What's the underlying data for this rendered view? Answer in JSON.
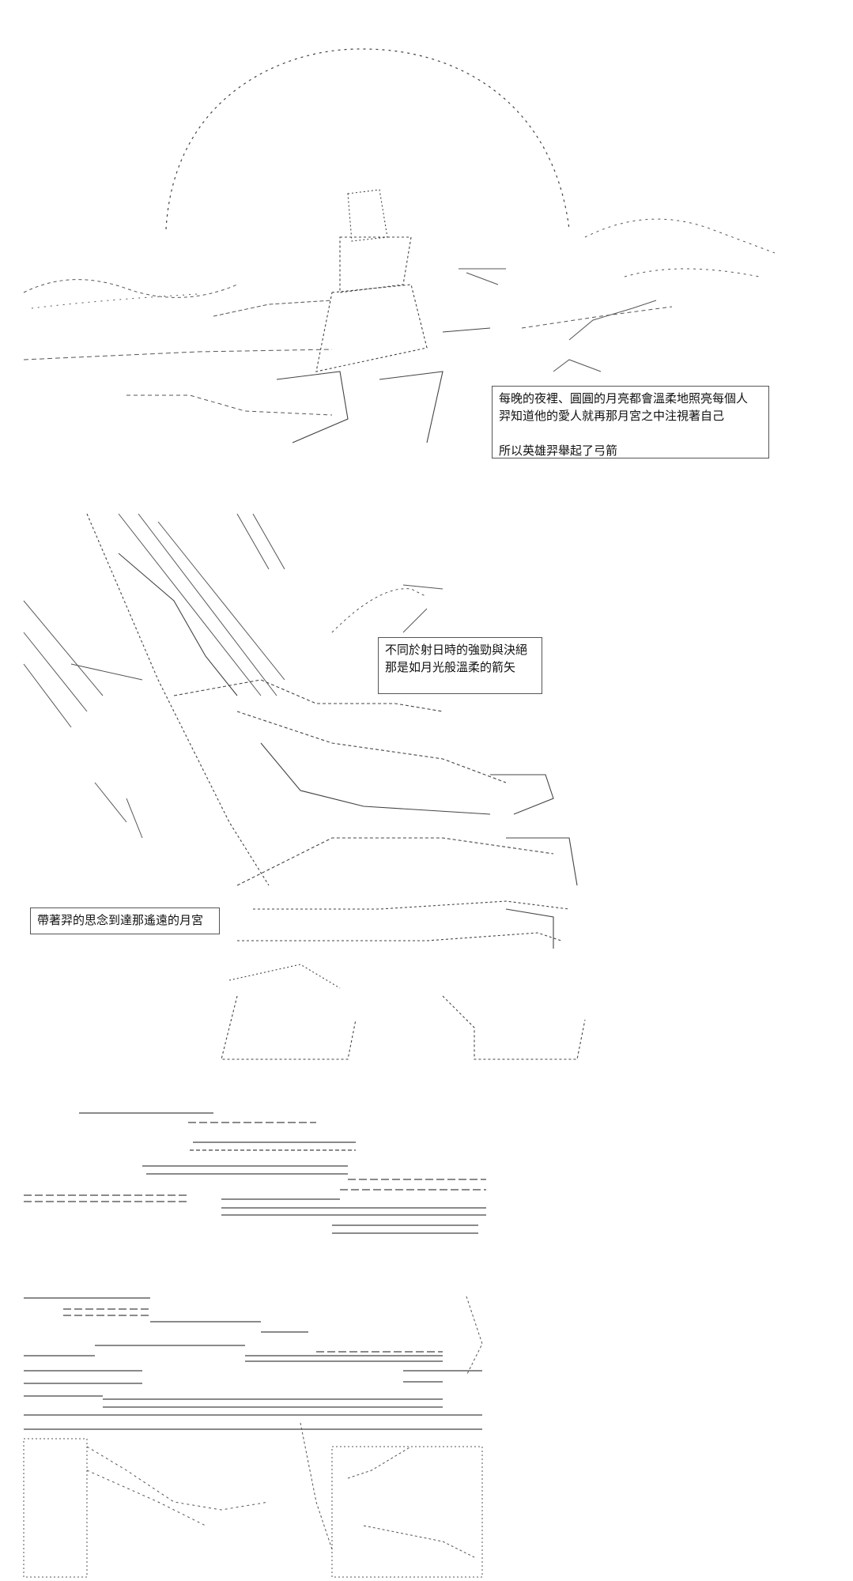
{
  "panels": [
    {
      "id": "panel-1-moon",
      "caption_lines": [
        "每晚的夜裡、圓圓的月亮都會溫柔地照亮每個人",
        "羿知道他的愛人就再那月宮之中注視著自己",
        "",
        "所以英雄羿舉起了弓箭"
      ]
    },
    {
      "id": "panel-2-archer",
      "caption_lines": [
        "不同於射日時的強勁與決絕",
        "那是如月光般溫柔的箭矢"
      ],
      "caption_2_lines": [
        "帶著羿的思念到達那遙遠的月宮"
      ]
    },
    {
      "id": "panel-3-streaks"
    },
    {
      "id": "panel-4-arrow-flight"
    }
  ],
  "colors": {
    "ink": "#333333",
    "background": "#ffffff",
    "caption_border": "#555555"
  }
}
